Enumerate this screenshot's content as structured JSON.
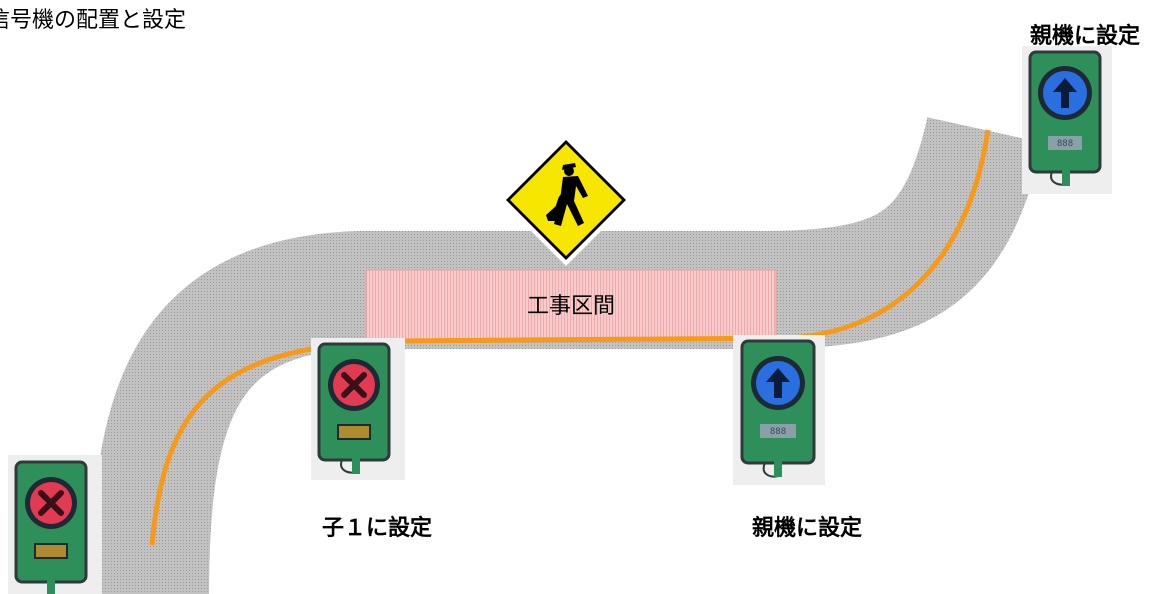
{
  "page_title": "信号機の配置と設定",
  "work_zone": {
    "label": "工事区間",
    "sign_icon": "construction-worker-sign-icon"
  },
  "signals": [
    {
      "id": "signal-top-right",
      "state": "go-arrow",
      "icon": "up-arrow-icon",
      "label": "親機に設定",
      "counter": "888"
    },
    {
      "id": "signal-middle",
      "state": "go-arrow",
      "icon": "up-arrow-icon",
      "label": "親機に設定",
      "counter": "888"
    },
    {
      "id": "signal-child",
      "state": "stop",
      "icon": "x-mark-icon",
      "label": "子１に設定"
    },
    {
      "id": "signal-bottom-left",
      "state": "stop",
      "icon": "x-mark-icon",
      "label": ""
    }
  ],
  "colors": {
    "road": "#b8b8b8",
    "lane_line": "#f59a1a",
    "work_zone": "#f7c6c6",
    "signal_body": "#2f8f5a",
    "go_lamp": "#2a6fe0",
    "stop_lamp": "#e23a52",
    "sign": "#f7e600"
  }
}
